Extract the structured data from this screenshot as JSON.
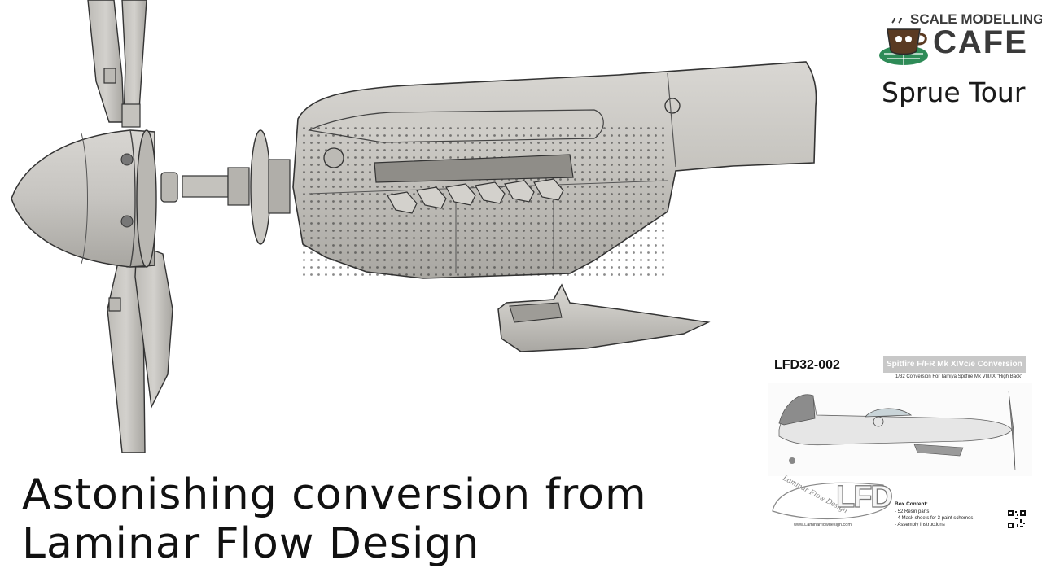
{
  "logo": {
    "top_text": "SCALE MODELLING",
    "main_text": "CAFE",
    "icon": "coffee-cup-globe-icon",
    "accent_color": "#2e8b57"
  },
  "section_label": "Sprue Tour",
  "headline": {
    "line1": "Astonishing conversion from",
    "line2": "Laminar Flow Design"
  },
  "product_box": {
    "code": "LFD32-002",
    "title": "Spitfire F/FR Mk XIVc/e Conversion",
    "subtitle": "1/32 Conversion For Tamiya Spitfire Mk VIII/IX \"High Back\"",
    "brand_logo_text": "LFD",
    "brand_script": "Laminar Flow Design",
    "content_heading": "Box Content:",
    "content_items": [
      "- 52 Resin parts",
      "- 4 Mask sheets for 3 paint schemes",
      "- Assembly Instructions"
    ],
    "url": "www.Laminarflowdesign.com"
  },
  "colors": {
    "part_fill": "#c9c7c3",
    "part_shade": "#a9a7a2",
    "outline": "#3a3a3a",
    "text_dark": "#111111"
  }
}
